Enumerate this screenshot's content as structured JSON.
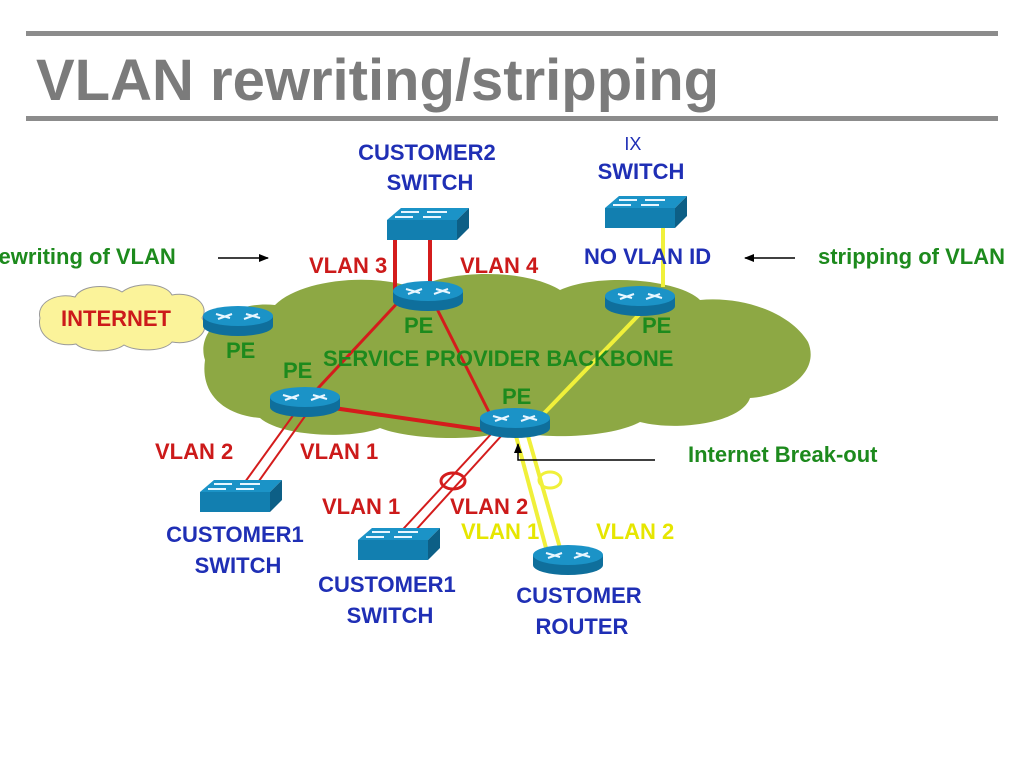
{
  "title": "VLAN rewriting/stripping",
  "colors": {
    "title": "#7b7b7b",
    "rule": "#8c8c8c",
    "device_label": "#1f2fb5",
    "vlan_label": "#cc1a1a",
    "yellow_label": "#e6e600",
    "green_label": "#1d8a1d",
    "cloud": "#8da844",
    "internet_cloud": "#fbf39a",
    "router": "#1b93c7",
    "red_link": "#d41c1c",
    "yellow_link": "#f0f03a"
  },
  "labels": {
    "customer2_switch": [
      "CUSTOMER2",
      "SWITCH"
    ],
    "ix_switch": [
      "IX",
      "SWITCH"
    ],
    "rewriting": "rewriting of VLAN",
    "stripping": "stripping of VLAN",
    "no_vlan_id": "NO VLAN ID",
    "vlan3": "VLAN 3",
    "vlan4": "VLAN 4",
    "internet": "INTERNET",
    "pe": "PE",
    "backbone": "SERVICE PROVIDER BACKBONE",
    "vlan2_left": "VLAN 2",
    "vlan1_left": "VLAN 1",
    "internet_breakout": "Internet Break-out",
    "vlan1_mid": "VLAN 1",
    "vlan2_mid": "VLAN 2",
    "vlan1_yellow": "VLAN 1",
    "vlan2_yellow": "VLAN 2",
    "customer1_switch_a": [
      "CUSTOMER1",
      "SWITCH"
    ],
    "customer1_switch_b": [
      "CUSTOMER1",
      "SWITCH"
    ],
    "customer_router": [
      "CUSTOMER",
      "ROUTER"
    ]
  }
}
